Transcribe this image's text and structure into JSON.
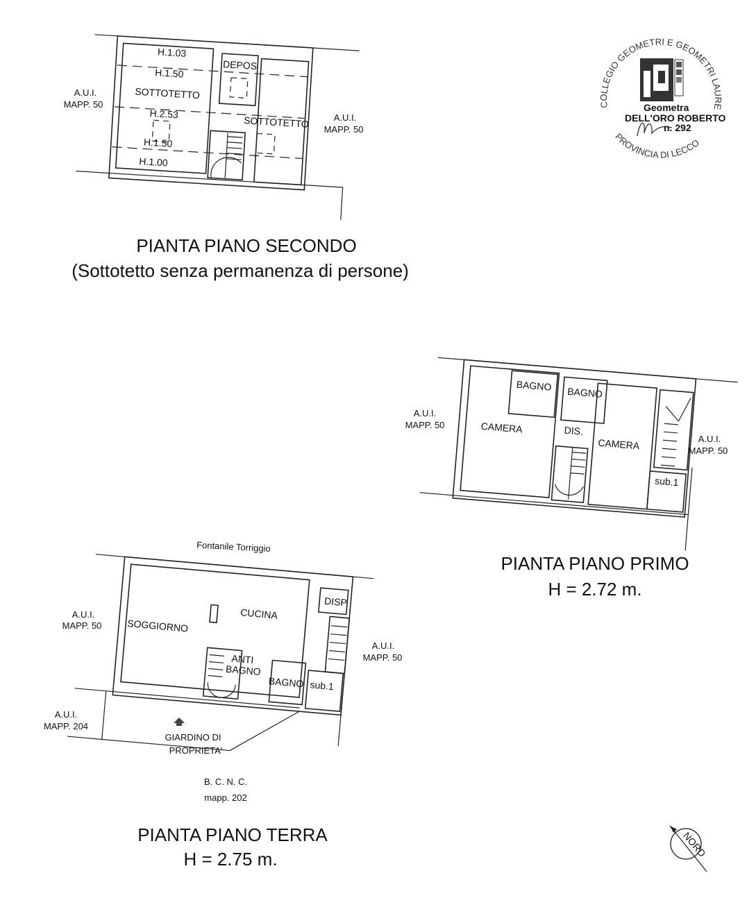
{
  "secondo": {
    "title": "PIANTA PIANO SECONDO",
    "subtitle": "(Sottotetto senza permanenza di persone)",
    "heights": [
      "H.1.03",
      "H.1.50",
      "H.2.53",
      "H.1.50",
      "H.1.00"
    ],
    "rooms": {
      "sottotetto_left": "SOTTOTETTO",
      "depos": "DEPOS",
      "sottotetto_right": "SOTTOTETTO"
    },
    "neighbors": {
      "left_1": "A.U.I.",
      "left_2": "MAPP. 50",
      "right_1": "A.U.I.",
      "right_2": "MAPP. 50"
    }
  },
  "primo": {
    "title": "PIANTA PIANO PRIMO",
    "height": "H = 2.72 m.",
    "rooms": {
      "bagno_1": "BAGNO",
      "bagno_2": "BAGNO",
      "camera_left": "CAMERA",
      "dis": "DIS.",
      "camera_right": "CAMERA",
      "sub": "sub.1"
    },
    "neighbors": {
      "left_1": "A.U.I.",
      "left_2": "MAPP. 50",
      "right_1": "A.U.I.",
      "right_2": "MAPP. 50"
    }
  },
  "terra": {
    "title": "PIANTA PIANO TERRA",
    "height": "H = 2.75 m.",
    "street": "Fontanile Torriggio",
    "rooms": {
      "soggiorno": "SOGGIORNO",
      "cucina": "CUCINA",
      "disp": "DISP.",
      "anti": "ANTI",
      "anti_bagno": "BAGNO",
      "bagno": "BAGNO",
      "sub": "sub.1"
    },
    "garden_1": "GIARDINO DI",
    "garden_2": "PROPRIETA'",
    "neighbors": {
      "left_1": "A.U.I.",
      "left_2": "MAPP. 50",
      "right_1": "A.U.I.",
      "right_2": "MAPP. 50",
      "bl_1": "A.U.I.",
      "bl_2": "MAPP. 204"
    },
    "bcnc": "B. C. N. C.",
    "bcnc_mapp": "mapp. 202"
  },
  "stamp": {
    "ring_top": "COLLEGIO GEOMETRI E GEOMETRI LAUREATI",
    "ring_bottom": "PROVINCIA DI LECCO",
    "role": "Geometra",
    "name": "DELL'ORO ROBERTO",
    "number": "n. 292"
  },
  "north": "NORD"
}
